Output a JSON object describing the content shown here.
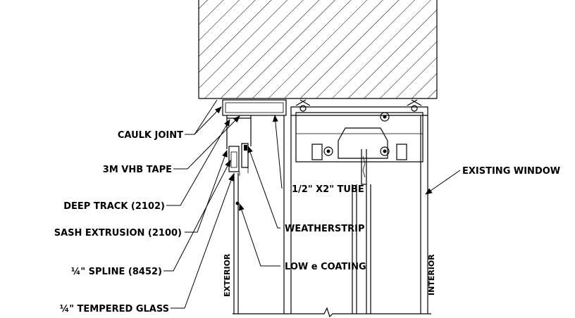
{
  "labels": {
    "caulk_joint": "CAULK JOINT",
    "vhb_tape": "3M VHB TAPE",
    "deep_track": "DEEP TRACK (2102)",
    "sash_extrusion": "SASH EXTRUSION (2100)",
    "spline": "¼\" SPLINE (8452)",
    "tempered_glass": "¼\" TEMPERED GLASS",
    "tube": "1/2\" X2\" TUBE",
    "weatherstrip": "WEATHERSTRIP",
    "low_e": "LOW e COATING",
    "existing_window": "EXISTING WINDOW",
    "exterior": "EXTERIOR",
    "interior": "INTERIOR"
  }
}
